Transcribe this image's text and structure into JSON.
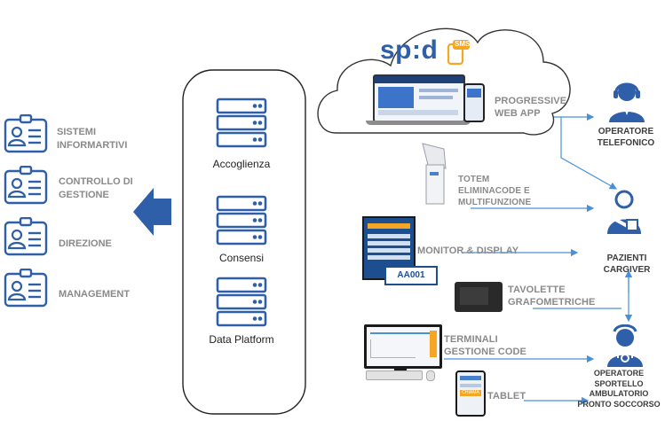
{
  "left_systems": [
    {
      "label": "SISTEMI INFORMARTIVI",
      "line1": "SISTEMI",
      "line2": "INFORMARTIVI"
    },
    {
      "label": "CONTROLLO DI GESTIONE",
      "line1": "CONTROLLO DI",
      "line2": "GESTIONE"
    },
    {
      "label": "DIREZIONE",
      "line1": "DIREZIONE",
      "line2": ""
    },
    {
      "label": "MANAGEMENT",
      "line1": "MANAGEMENT",
      "line2": ""
    }
  ],
  "services": [
    {
      "label": "Accoglienza"
    },
    {
      "label": "Consensi"
    },
    {
      "label": "Data Platform"
    }
  ],
  "cloud": {
    "logo_text": "sp:d",
    "sms_badge": "SMS"
  },
  "channels": {
    "pwa": {
      "line1": "PROGRESSIVE",
      "line2": "WEB APP"
    },
    "totem": {
      "line1": "TOTEM",
      "line2": "ELIMINACODE E",
      "line3": "MULTIFUNZIONE"
    },
    "monitor": {
      "line1": "MONITOR & DISPLAY",
      "ticket": "AA001"
    },
    "tavolette": {
      "line1": "TAVOLETTE",
      "line2": "GRAFOMETRICHE"
    },
    "terminali": {
      "line1": "TERMINALI",
      "line2": "GESTIONE CODE"
    },
    "tablet": {
      "line1": "TABLET",
      "button": "CHIAMA"
    }
  },
  "actors": {
    "operatore_telefonico": {
      "line1": "OPERATORE",
      "line2": "TELEFONICO"
    },
    "pazienti": {
      "line1": "PAZIENTI",
      "line2": "CARGIVER"
    },
    "operatore_sportello": {
      "line1": "OPERATORE",
      "line2": "SPORTELLO",
      "line3": "AMBULATORIO",
      "line4": "PRONTO SOCCORSO"
    }
  },
  "colors": {
    "accent_blue": "#2f5fa8",
    "light_blue": "#4a7fc9",
    "arrow_line": "#4a90d9",
    "sms_orange": "#f5a623",
    "label_gray": "#8a8a8a"
  }
}
